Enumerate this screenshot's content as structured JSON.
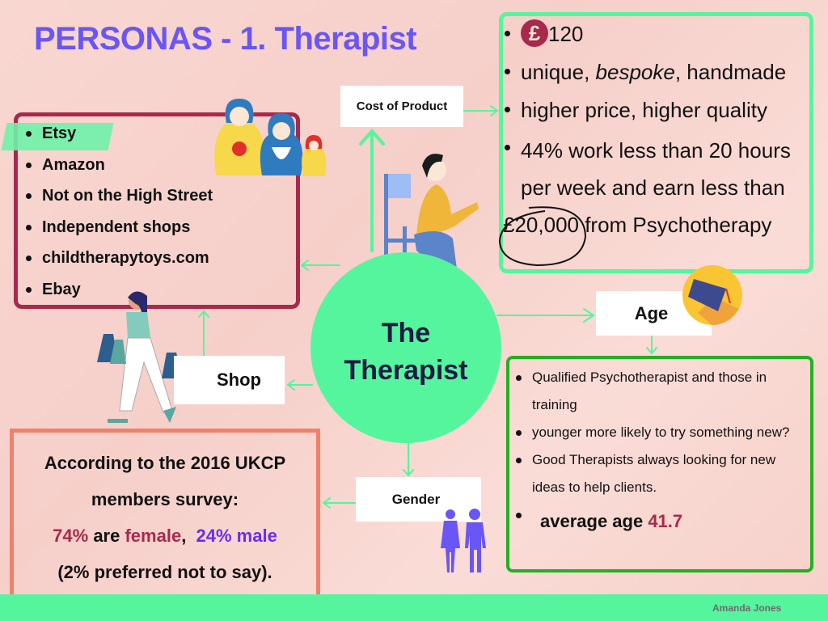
{
  "title": "PERSONAS - 1. Therapist",
  "center": {
    "line1": "The",
    "line2": "Therapist"
  },
  "shop": {
    "label": "Shop",
    "items": [
      "Etsy",
      "Amazon",
      "Not on the High Street",
      "Independent shops",
      "childtherapytoys.com",
      "Ebay"
    ]
  },
  "cost": {
    "label": "Cost of Product",
    "price": "120",
    "items": [
      "unique, ",
      "bespoke",
      ", handmade",
      "higher price, higher quality",
      "44% work less than 20 hours per week and earn less than ",
      "£20,000",
      " from Psychotherapy"
    ]
  },
  "age": {
    "label": "Age",
    "items": [
      "Qualified Psychotherapist and those in training",
      "younger more likely to try something new?",
      "Good Therapists always looking for new ideas to help clients."
    ],
    "avg_label": "average age ",
    "avg_value": "41.7"
  },
  "gender": {
    "label": "Gender",
    "survey_line1": "According to the 2016 UKCP",
    "survey_line2": "members survey:",
    "female_pct": "74%",
    "are": " are ",
    "female": "female",
    "comma": ",  ",
    "male": "24% male",
    "other": "(2% preferred not to say)."
  },
  "footer": {
    "author": "Amanda Jones"
  },
  "colors": {
    "accent": "#6a55f5",
    "green": "#55f59e",
    "maroon": "#a8294b",
    "salmon": "#f0806c",
    "darkgreen": "#22b022"
  }
}
